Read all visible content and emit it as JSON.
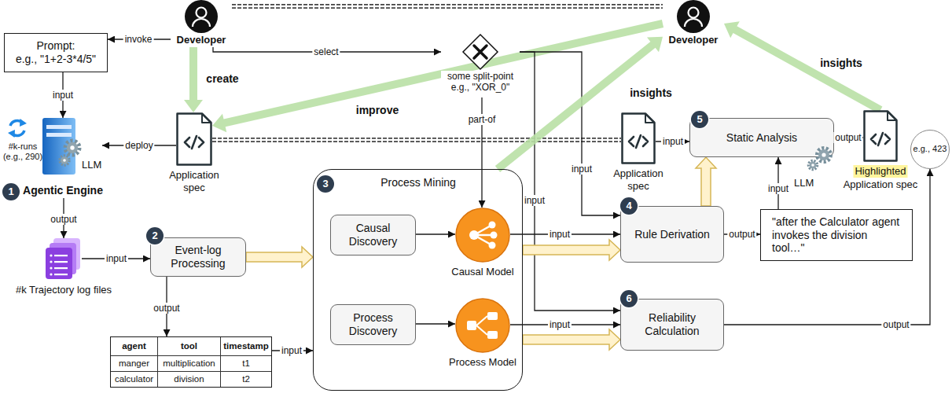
{
  "diagram": {
    "nodes": [
      {
        "text": [
          "Developer"
        ]
      },
      {
        "text": [
          "Developer"
        ]
      },
      {
        "text": [
          "Prompt:",
          "e.g., \"1+2-3*4/5\""
        ]
      },
      {
        "text": [
          "some split-point e.g., \"XOR_0\""
        ]
      },
      {
        "text": [
          "LLM",
          "Agentic Engine"
        ]
      },
      {
        "text": [
          "Application spec"
        ]
      },
      {
        "text": [
          "Application spec"
        ]
      },
      {
        "text": [
          "Static Analysis",
          "LLM"
        ]
      },
      {
        "text": [
          "Highlighted",
          "Application spec"
        ]
      },
      {
        "text": [
          "e.g., 423"
        ]
      },
      {
        "text": [
          "Process Mining"
        ]
      },
      {
        "text": [
          "Causal Discovery"
        ],
        "in": 10
      },
      {
        "text": [
          "Causal Model"
        ],
        "in": 10
      },
      {
        "text": [
          "Process Discovery"
        ],
        "in": 10
      },
      {
        "text": [
          "Process Model"
        ],
        "in": 10
      },
      {
        "text": [
          "Rule Derivation"
        ]
      },
      {
        "text": [
          "\"after the Calculator agent invokes the division tool…\""
        ]
      },
      {
        "text": [
          "#k Trajectory log files"
        ]
      },
      {
        "text": [
          "Event-log Processing"
        ]
      },
      {
        "text": [
          "agent",
          "tool",
          "timestamp",
          "manger",
          "multiplication",
          "t1",
          "calculator",
          "division",
          "t2"
        ]
      },
      {
        "text": [
          "Reliability Calculation"
        ]
      }
    ],
    "edges": [
      {
        "from": 0,
        "to": 2,
        "arrow": "to",
        "label": "invoke"
      },
      {
        "from": 0,
        "to": 3,
        "arrow": "to",
        "label": "select"
      },
      {
        "from": 0,
        "to": 5,
        "arrow": "to",
        "label": "create"
      },
      {
        "from": 0,
        "to": 1,
        "arrow": "none"
      },
      {
        "from": 2,
        "to": 4,
        "arrow": "to",
        "label": "input"
      },
      {
        "from": 5,
        "to": 4,
        "arrow": "to",
        "label": "deploy"
      },
      {
        "from": 5,
        "to": 6,
        "arrow": "none"
      },
      {
        "from": 1,
        "to": 5,
        "arrow": "to",
        "label": "improve"
      },
      {
        "from": 4,
        "to": 17,
        "arrow": "to",
        "label": "output"
      },
      {
        "from": 17,
        "to": 18,
        "arrow": "to",
        "label": "input"
      },
      {
        "from": 18,
        "to": 19,
        "arrow": "to",
        "label": "output"
      },
      {
        "from": 19,
        "to": 10,
        "arrow": "to",
        "label": "input"
      },
      {
        "from": 18,
        "to": 10,
        "arrow": "to"
      },
      {
        "from": 3,
        "to": 12,
        "arrow": "to",
        "label": "part-of"
      },
      {
        "from": 3,
        "to": 15,
        "arrow": "to",
        "label": "input"
      },
      {
        "from": 3,
        "to": 20,
        "arrow": "to",
        "label": "input"
      },
      {
        "from": 11,
        "to": 12,
        "arrow": "to"
      },
      {
        "from": 13,
        "to": 14,
        "arrow": "to"
      },
      {
        "from": 12,
        "to": 15,
        "arrow": "to",
        "label": "input"
      },
      {
        "from": 10,
        "to": 15,
        "arrow": "to"
      },
      {
        "from": 14,
        "to": 20,
        "arrow": "to",
        "label": "input"
      },
      {
        "from": 10,
        "to": 20,
        "arrow": "to"
      },
      {
        "from": 10,
        "to": 1,
        "arrow": "to",
        "label": "insights"
      },
      {
        "from": 15,
        "to": 16,
        "arrow": "to",
        "label": "output"
      },
      {
        "from": 15,
        "to": 7,
        "arrow": "to"
      },
      {
        "from": 16,
        "to": 7,
        "arrow": "to",
        "label": "input"
      },
      {
        "from": 6,
        "to": 7,
        "arrow": "to",
        "label": "input"
      },
      {
        "from": 7,
        "to": 8,
        "arrow": "to",
        "label": "output"
      },
      {
        "from": 8,
        "to": 1,
        "arrow": "to",
        "label": "insights"
      },
      {
        "from": 20,
        "to": 9,
        "arrow": "to",
        "label": "output"
      }
    ],
    "labels": [
      "#k-runs (e.g., 290)",
      "1",
      "2",
      "3",
      "4",
      "5",
      "6"
    ]
  }
}
